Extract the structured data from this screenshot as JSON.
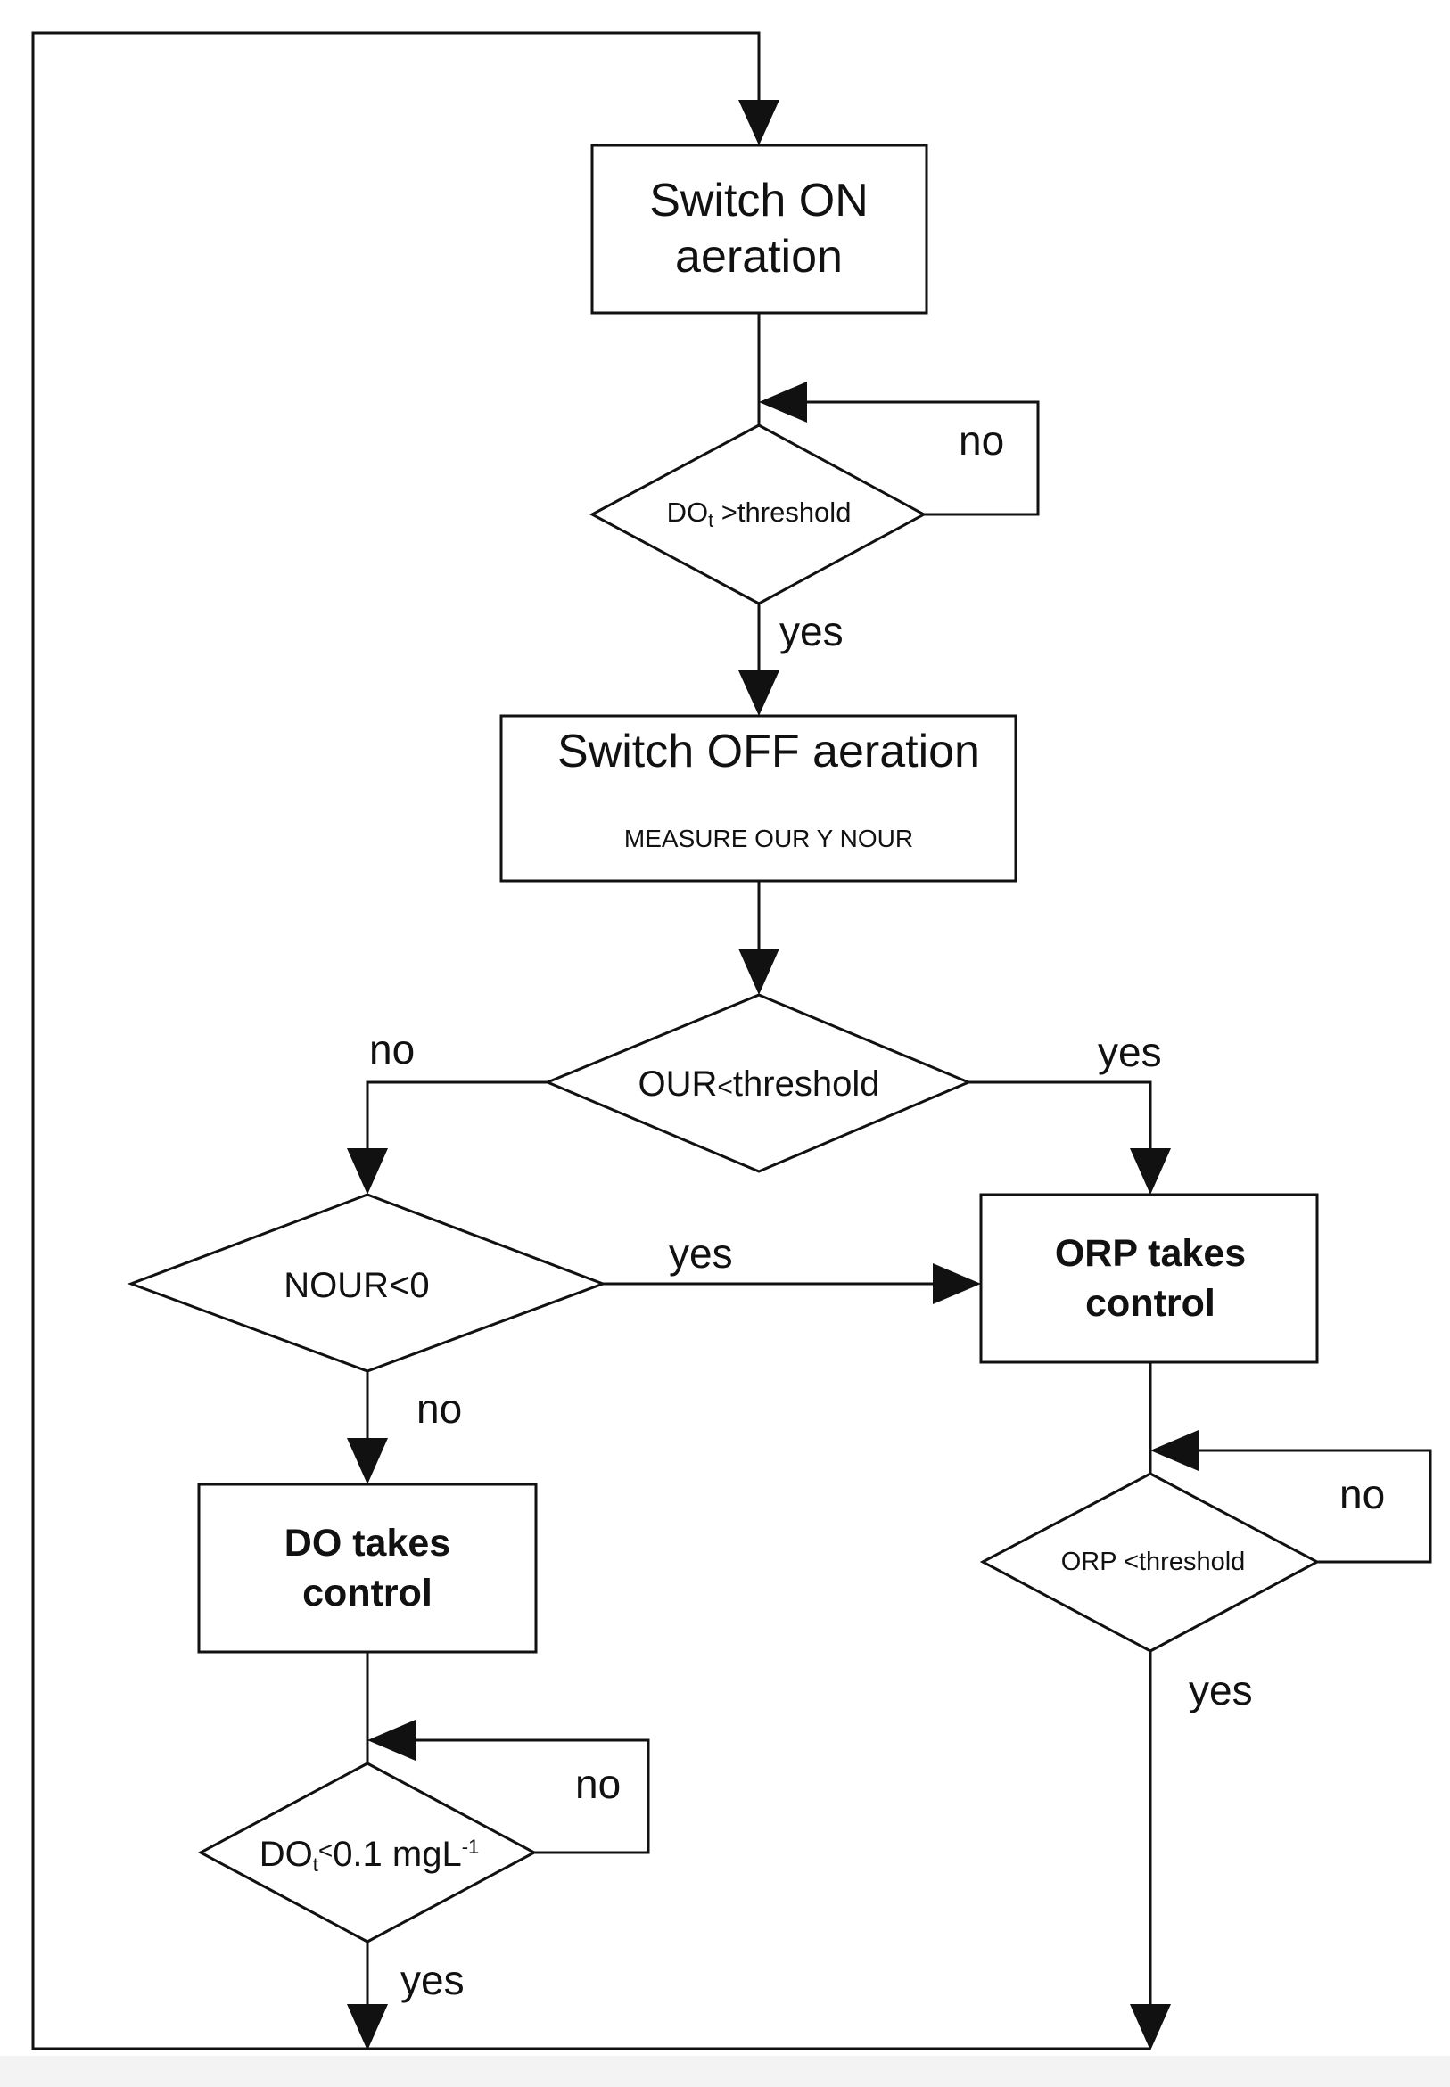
{
  "nodes": {
    "switch_on": {
      "line1": "Switch ON",
      "line2": "aeration"
    },
    "do_check": {
      "main": "DO",
      "sub": "t",
      "rest": " >threshold"
    },
    "switch_off": {
      "title": "Switch OFF aeration",
      "subtitle": "MEASURE OUR Y NOUR"
    },
    "our_check": {
      "main": "OUR",
      "op": "<",
      "rest": "threshold"
    },
    "nour_check": {
      "text": "NOUR<0"
    },
    "orp_control": {
      "line1": "ORP takes",
      "line2": "control"
    },
    "do_control": {
      "line1": "DO takes",
      "line2": "control"
    },
    "orp_check": {
      "text": "ORP <threshold"
    },
    "do_low_check": {
      "main": "DO",
      "sub": "t",
      "op": "<",
      "value": "0.1 mgL",
      "sup": "-1"
    }
  },
  "edges": {
    "do_check_no": "no",
    "do_check_yes": "yes",
    "our_no": "no",
    "our_yes": "yes",
    "nour_yes": "yes",
    "nour_no": "no",
    "orp_no": "no",
    "orp_yes": "yes",
    "do_low_no": "no",
    "do_low_yes": "yes"
  },
  "colors": {
    "line": "#111111",
    "background": "#ffffff",
    "strip": "#f3f3f3"
  }
}
